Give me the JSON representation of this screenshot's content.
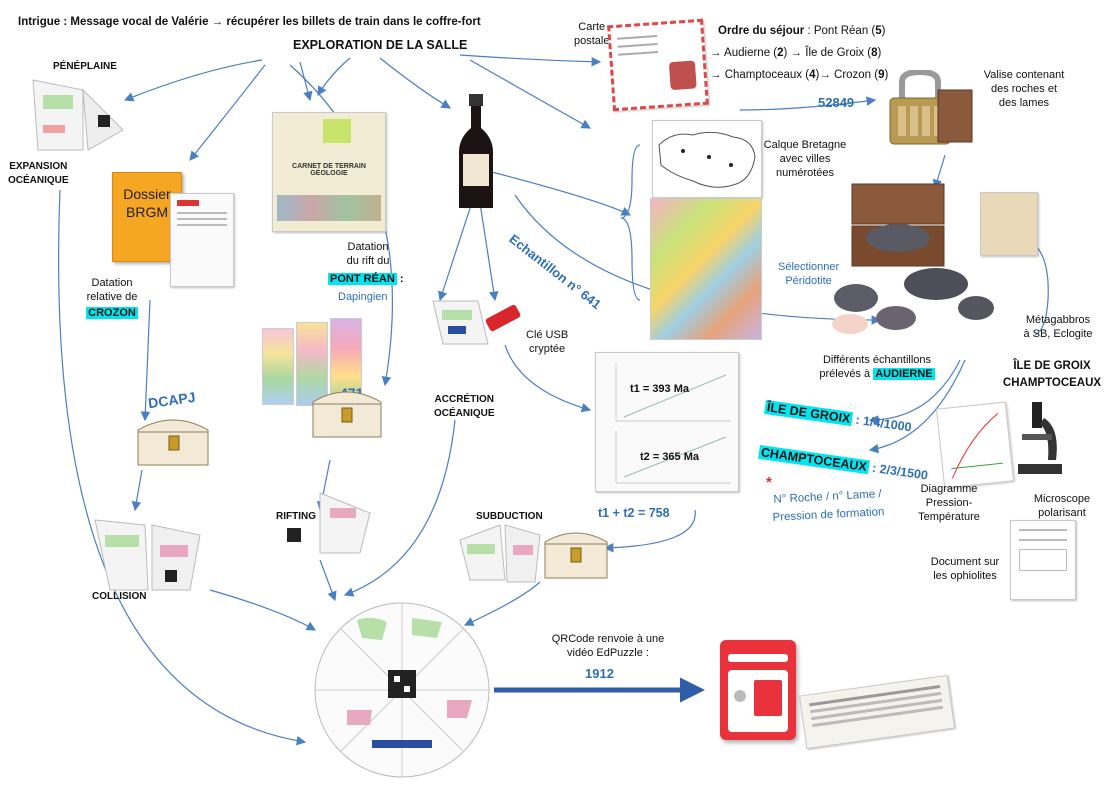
{
  "header": {
    "intrigue": "Intrigue : Message vocal de Valérie → récupérer les billets de train dans le coffre-fort",
    "title": "EXPLORATION DE LA SALLE"
  },
  "nodes": {
    "peneplaine": "PÉNÉPLAINE",
    "expansion_line1": "EXPANSION",
    "expansion_line2": "OCÉANIQUE",
    "dossier_brgm_line1": "Dossier",
    "dossier_brgm_line2": "BRGM",
    "datation_relative_line1": "Datation",
    "datation_relative_line2": "relative de",
    "crozon_hl": "CROZON",
    "dcapj": "DCAPJ",
    "collision": "COLLISION",
    "datation_rift_line1": "Datation",
    "datation_rift_line2": "du rift du",
    "pont_rean_hl": "PONT RÉAN",
    "colon": " :",
    "dapingien": "Dapingien",
    "code_471": "471",
    "rifting": "RIFTING",
    "accretion_line1": "ACCRÉTION",
    "accretion_line2": "OCÉANIQUE",
    "cle_usb_line1": "Clé USB",
    "cle_usb_line2": "cryptée",
    "echantillon": "Echantillon n° 641",
    "subduction": "SUBDUCTION",
    "t_sum": "t1 + t2 = 758",
    "t1": "t1 = 393 Ma",
    "t2": "t2 = 365 Ma",
    "carte_line1": "Carte",
    "carte_line2": "postale",
    "ordre_title": "Ordre du séjour",
    "ordre_line1_rest": " : Pont Réan (",
    "ordre_n5": "5",
    "ordre_close": ")",
    "ordre_line2": "→ Audierne (",
    "ordre_n2": "2",
    "ordre_line2b": ") → Île de Groix (",
    "ordre_n8": "8",
    "ordre_line3": "→ Champtoceaux (",
    "ordre_n4": "4",
    "ordre_line3b": ")→ Crozon (",
    "ordre_n9": "9",
    "code_52849": "52849",
    "valise_line1": "Valise contenant",
    "valise_line2": "des roches et",
    "valise_line3": "des lames",
    "calque_line1": "Calque Bretagne",
    "calque_line2": "avec villes",
    "calque_line3": "numérotées",
    "selectionner_line1": "Sélectionner",
    "selectionner_line2": "Péridotite",
    "metagabbros_line1": "Métagabbros",
    "metagabbros_line2": "à SB, Eclogite",
    "echantillons_line1": "Différents échantillons",
    "echantillons_line2": "prélevés à",
    "audierne_hl": "AUDIERNE",
    "groix_champ_line1": "ÎLE DE GROIX",
    "groix_champ_line2": "CHAMPTOCEAUX",
    "ile_de_groix_hl": "ÎLE DE GROIX",
    "ile_de_groix_val": " : 1/4/1000",
    "champtoceaux_hl": "CHAMPTOCEAUX",
    "champtoceaux_val": " : 2/3/1500",
    "star": "*",
    "note_line1": "N° Roche / n° Lame /",
    "note_line2": "Pression de formation",
    "diagramme_line1": "Diagramme",
    "diagramme_line2": "Pression-",
    "diagramme_line3": "Température",
    "microscope_line1": "Microscope",
    "microscope_line2": "polarisant",
    "document_line1": "Document sur",
    "document_line2": "les ophiolites",
    "qrcode_line1": "QRCode renvoie à une",
    "qrcode_line2": "vidéo EdPuzzle :",
    "code_1912": "1912",
    "carnet_title": "CARNET DE TERRAIN GÉOLOGIE"
  },
  "colors": {
    "arrow_blue": "#4a7fc4",
    "highlight_cyan": "#00e5f0",
    "accent_blue": "#2e6fb5",
    "safe_red": "#e8323c",
    "dossier_orange": "#f5a623"
  }
}
